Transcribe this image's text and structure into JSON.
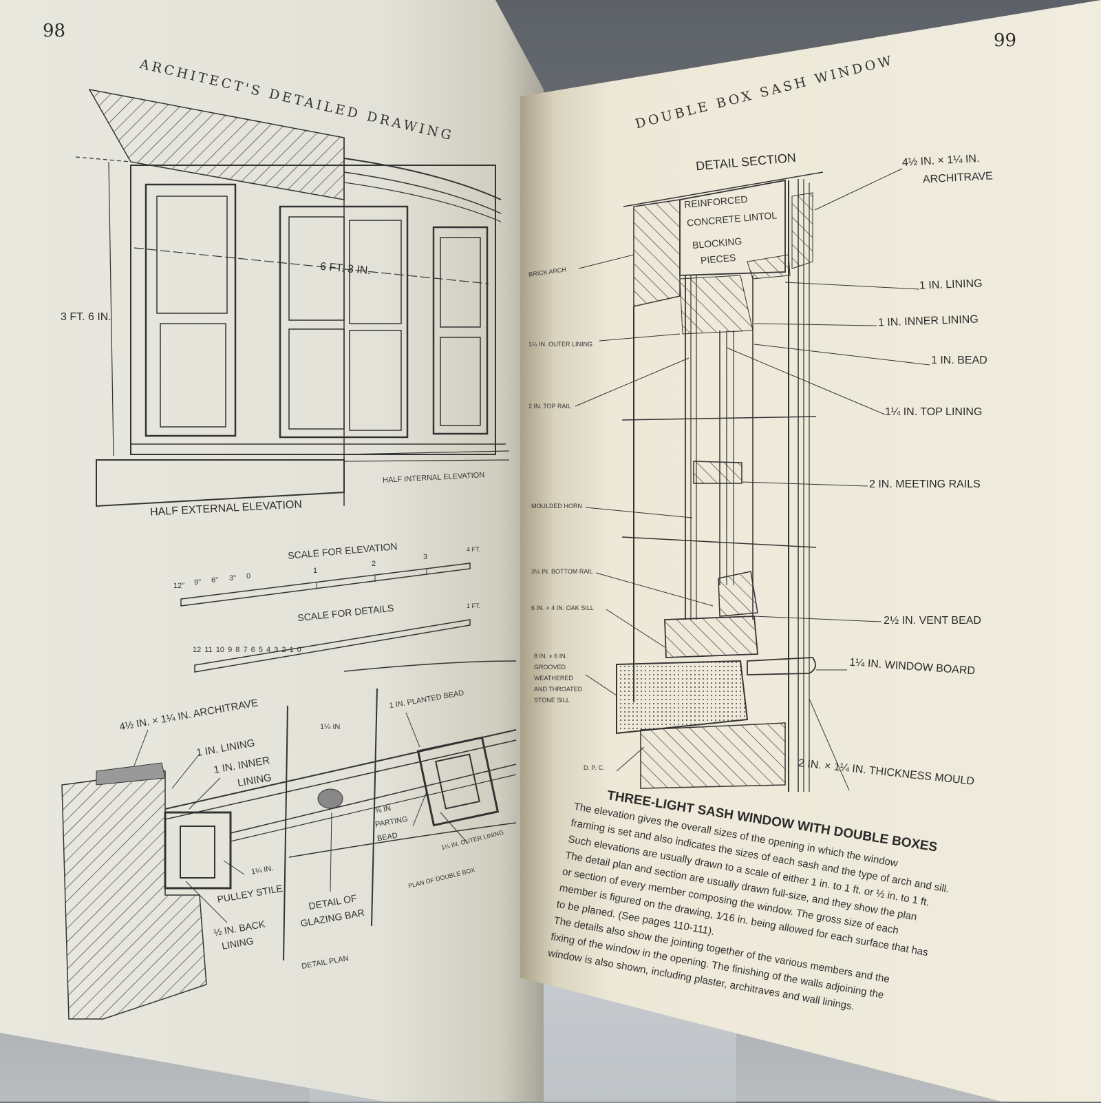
{
  "left_page": {
    "page_number": "98",
    "title": "ARCHITECT'S DETAILED DRAWING",
    "dim_width": "6 FT. 3 IN.",
    "dim_height": "3 FT. 6 IN.",
    "half_external": "HALF EXTERNAL ELEVATION",
    "half_internal": "HALF INTERNAL ELEVATION",
    "scale_elevation": {
      "title": "SCALE FOR ELEVATION",
      "left_ticks": [
        "12\"",
        "9\"",
        "6\"",
        "3\"",
        "0"
      ],
      "right_ticks": [
        "1",
        "2",
        "3",
        "4 FT."
      ]
    },
    "scale_details": {
      "title": "SCALE FOR DETAILS",
      "ticks": [
        "12",
        "11",
        "10",
        "9",
        "8",
        "7",
        "6",
        "5",
        "4",
        "3",
        "2",
        "1",
        "0"
      ],
      "end": "1 FT."
    },
    "plan_labels": {
      "architrave": "4½ IN. × 1¼ IN. ARCHITRAVE",
      "lining": "1 IN. LINING",
      "inner_lining_1": "1 IN. INNER",
      "inner_lining_2": "LINING",
      "planted_bead": "1 IN. PLANTED BEAD",
      "quarter": "1¼ IN",
      "parting_bead_1": "⅜ IN",
      "parting_bead_2": "PARTING",
      "parting_bead_3": "BEAD",
      "outer_lining": "1¼ IN. OUTER LINING",
      "pulley_1": "1¼ IN.",
      "pulley_2": "PULLEY STILE",
      "back_lining_1": "½ IN. BACK",
      "back_lining_2": "LINING",
      "glazing_1": "DETAIL OF",
      "glazing_2": "GLAZING BAR",
      "plan_double_box": "PLAN OF DOUBLE BOX",
      "detail_plan": "DETAIL PLAN"
    }
  },
  "right_page": {
    "page_number": "99",
    "title": "DOUBLE BOX SASH WINDOW",
    "detail_section": "DETAIL SECTION",
    "lintel_1": "REINFORCED",
    "lintel_2": "CONCRETE LINTOL",
    "blocking_1": "BLOCKING",
    "blocking_2": "PIECES",
    "left_labels": {
      "brick_arch": "BRICK ARCH",
      "outer_lining": "1¼ IN. OUTER LINING",
      "top_rail": "2 IN. TOP RAIL",
      "moulded_horn": "MOULDED HORN",
      "bottom_rail": "3½ IN. BOTTOM RAIL",
      "oak_sill": "6 IN. × 4 IN. OAK SILL",
      "stone_sill_1": "8 IN. × 6 IN.",
      "stone_sill_2": "GROOVED",
      "stone_sill_3": "WEATHERED",
      "stone_sill_4": "AND THROATED",
      "stone_sill_5": "STONE SILL",
      "dpc": "D. P. C."
    },
    "right_labels": {
      "architrave_1": "4½ IN. × 1¼ IN.",
      "architrave_2": "ARCHITRAVE",
      "lining": "1 IN. LINING",
      "inner_lining": "1 IN. INNER LINING",
      "bead": "1 IN. BEAD",
      "top_lining": "1¼ IN. TOP LINING",
      "meeting_rails": "2 IN. MEETING RAILS",
      "vent_bead": "2½ IN. VENT BEAD",
      "window_board": "1¼ IN. WINDOW BOARD",
      "thickness_mould": "2 IN. × 1¼ IN. THICKNESS MOULD"
    },
    "caption": "THREE-LIGHT SASH WINDOW WITH DOUBLE BOXES",
    "body_lines": [
      "The elevation gives the overall sizes of the opening in which the window",
      "framing is set and also indicates the sizes of each sash and the type of arch and sill.",
      "Such elevations are usually drawn to a scale of either 1 in. to 1 ft. or ½ in. to 1 ft.",
      "The detail plan and section are usually drawn full-size, and they show the plan",
      "or section of every member composing the window. The gross size of each",
      "member is figured on the drawing, 1⁄16 in. being allowed for each surface that has",
      "to be planed. (See pages 110-111).",
      "The details also show the jointing together of the various members and the",
      "fixing of the window in the opening. The finishing of the walls adjoining the",
      "window is also shown, including plaster, architraves and wall linings."
    ]
  }
}
